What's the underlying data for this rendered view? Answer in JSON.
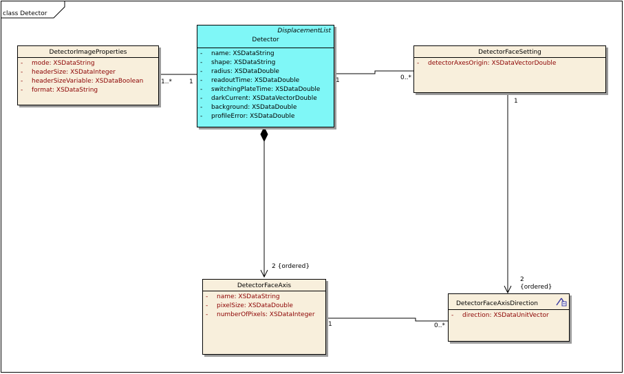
{
  "frame": {
    "title": "class Detector"
  },
  "classes": {
    "detector": {
      "stereotype": "DisplacementList",
      "name": "Detector",
      "attributes": [
        {
          "vis": "-",
          "text": "name:  XSDataString"
        },
        {
          "vis": "-",
          "text": "shape:  XSDataString"
        },
        {
          "vis": "-",
          "text": "radius:  XSDataDouble"
        },
        {
          "vis": "-",
          "text": "readoutTime:  XSDataDouble"
        },
        {
          "vis": "-",
          "text": "switchingPlateTime:  XSDataDouble"
        },
        {
          "vis": "-",
          "text": "darkCurrent:  XSDataVectorDouble"
        },
        {
          "vis": "-",
          "text": "background:  XSDataDouble"
        },
        {
          "vis": "-",
          "text": "profileError:  XSDataDouble"
        }
      ]
    },
    "image_properties": {
      "name": "DetectorImageProperties",
      "attributes": [
        {
          "vis": "-",
          "text": "mode:  XSDataString"
        },
        {
          "vis": "-",
          "text": "headerSize:  XSDataInteger"
        },
        {
          "vis": "-",
          "text": "headerSizeVariable:  XSDataBoolean"
        },
        {
          "vis": "-",
          "text": "format:  XSDataString"
        }
      ]
    },
    "face_setting": {
      "name": "DetectorFaceSetting",
      "attributes": [
        {
          "vis": "-",
          "text": "detectorAxesOrigin:  XSDataVectorDouble"
        }
      ]
    },
    "face_axis": {
      "name": "DetectorFaceAxis",
      "attributes": [
        {
          "vis": "-",
          "text": "name:  XSDataString"
        },
        {
          "vis": "-",
          "text": "pixelSize:  XSDataDouble"
        },
        {
          "vis": "-",
          "text": "numberOfPixels:  XSDataInteger"
        }
      ]
    },
    "face_axis_direction": {
      "name": "DetectorFaceAxisDirection",
      "icon": "enumeration-icon",
      "attributes": [
        {
          "vis": "-",
          "text": "direction:  XSDataUnitVector"
        }
      ]
    }
  },
  "multiplicities": {
    "image_props_end": "1..*",
    "detector_left_end": "1",
    "detector_right_end": "1",
    "face_setting_end": "0..*",
    "face_setting_bottom_end": "1",
    "axis_direction_top_end": "2",
    "axis_direction_top_ordered": "{ordered}",
    "face_axis_top_end": "2 {ordered}",
    "face_axis_right_end": "1",
    "axis_direction_left_end": "0..*"
  },
  "colors": {
    "class_fill": "#f8efdc",
    "detector_fill": "#7ff7f7",
    "attribute_text": "#8b0000",
    "line": "#000000"
  }
}
